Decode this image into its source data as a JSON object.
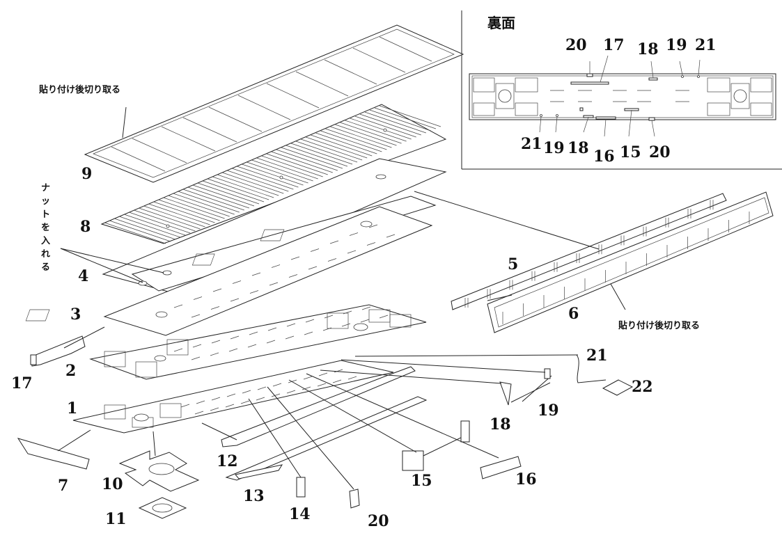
{
  "inset": {
    "title": "裏面",
    "top_labels": [
      "20",
      "17",
      "18",
      "19",
      "21"
    ],
    "bottom_labels": [
      "21",
      "19",
      "18",
      "16",
      "15",
      "20"
    ]
  },
  "notes": {
    "cut_after_top": "貼り付け後切り取る",
    "cut_after_side": "貼り付け後切り取る",
    "nut_chars": [
      "ナ",
      "ッ",
      "ト",
      "を",
      "入",
      "れ",
      "る"
    ]
  },
  "parts": {
    "p1": "1",
    "p2": "2",
    "p3": "3",
    "p4": "4",
    "p5": "5",
    "p6": "6",
    "p7": "7",
    "p8": "8",
    "p9": "9",
    "p10": "10",
    "p11": "11",
    "p12": "12",
    "p13": "13",
    "p14": "14",
    "p15": "15",
    "p16": "16",
    "p17": "17",
    "p18": "18",
    "p19": "19",
    "p20": "20",
    "p21": "21",
    "p22": "22"
  }
}
